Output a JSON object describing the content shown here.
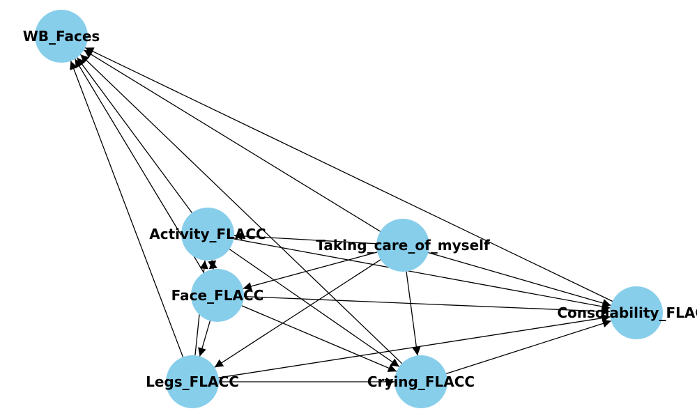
{
  "graph": {
    "node_color": "#87CEEB",
    "edge_color": "#000000",
    "nodes": [
      {
        "id": "wb",
        "label": "WB_Faces"
      },
      {
        "id": "activity",
        "label": "Activity_FLACC"
      },
      {
        "id": "taking",
        "label": "Taking_care_of_myself"
      },
      {
        "id": "face",
        "label": "Face_FLACC"
      },
      {
        "id": "consol",
        "label": "Consolability_FLACC"
      },
      {
        "id": "legs",
        "label": "Legs_FLACC"
      },
      {
        "id": "crying",
        "label": "Crying_FLACC"
      }
    ],
    "edges": [
      {
        "from": "activity",
        "to": "wb"
      },
      {
        "from": "activity",
        "to": "face"
      },
      {
        "from": "activity",
        "to": "crying"
      },
      {
        "from": "activity",
        "to": "consol"
      },
      {
        "from": "taking",
        "to": "wb"
      },
      {
        "from": "taking",
        "to": "activity"
      },
      {
        "from": "taking",
        "to": "face"
      },
      {
        "from": "taking",
        "to": "legs"
      },
      {
        "from": "taking",
        "to": "crying"
      },
      {
        "from": "taking",
        "to": "consol"
      },
      {
        "from": "face",
        "to": "wb"
      },
      {
        "from": "face",
        "to": "activity"
      },
      {
        "from": "face",
        "to": "legs"
      },
      {
        "from": "face",
        "to": "crying"
      },
      {
        "from": "face",
        "to": "consol"
      },
      {
        "from": "legs",
        "to": "wb"
      },
      {
        "from": "legs",
        "to": "activity"
      },
      {
        "from": "legs",
        "to": "crying"
      },
      {
        "from": "legs",
        "to": "consol"
      },
      {
        "from": "crying",
        "to": "wb"
      },
      {
        "from": "crying",
        "to": "consol"
      },
      {
        "from": "consol",
        "to": "wb"
      }
    ]
  }
}
